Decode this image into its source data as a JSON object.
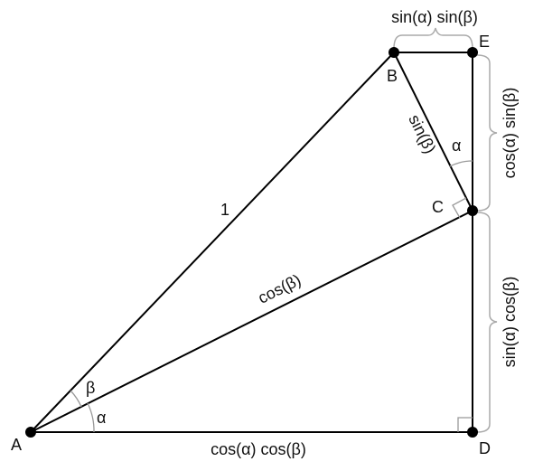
{
  "points": {
    "A": "A",
    "B": "B",
    "C": "C",
    "D": "D",
    "E": "E"
  },
  "edge_labels": {
    "AB": "1",
    "AC": "cos(β)",
    "BC": "sin(β)",
    "AD": "cos(α) cos(β)"
  },
  "angle_labels": {
    "alpha_at_A": "α",
    "beta_at_A": "β",
    "alpha_at_C": "α"
  },
  "brace_labels": {
    "BE": "sin(α) sin(β)",
    "EC": "cos(α) sin(β)",
    "CD": "sin(α) cos(β)"
  },
  "colors": {
    "lines": "#000000",
    "braces": "#aaaaaa",
    "angle_markers": "#999999",
    "text": "#111111"
  }
}
